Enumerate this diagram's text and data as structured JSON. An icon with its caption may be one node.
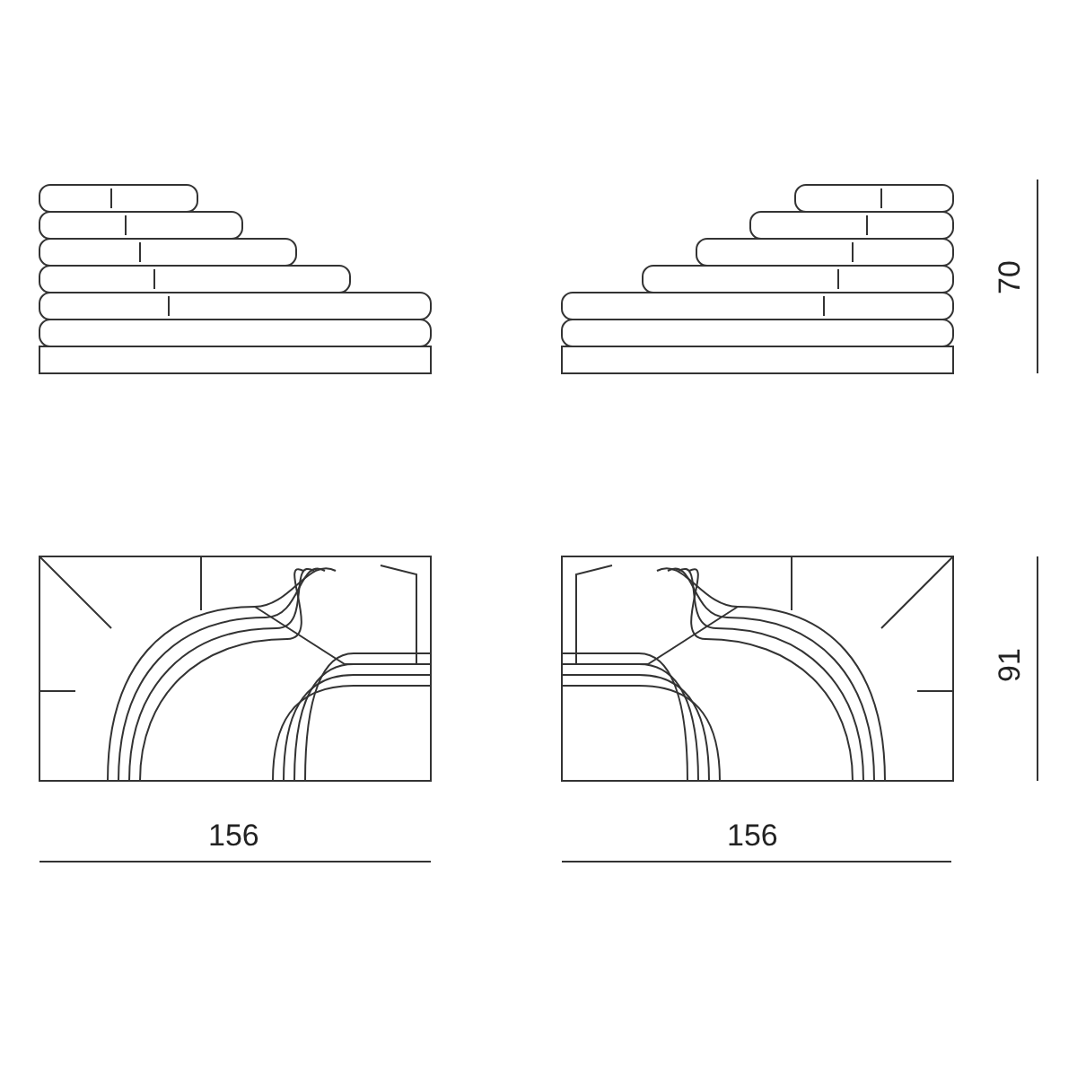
{
  "diagram": {
    "labels": [
      "70",
      "91",
      "156",
      "156"
    ]
  }
}
